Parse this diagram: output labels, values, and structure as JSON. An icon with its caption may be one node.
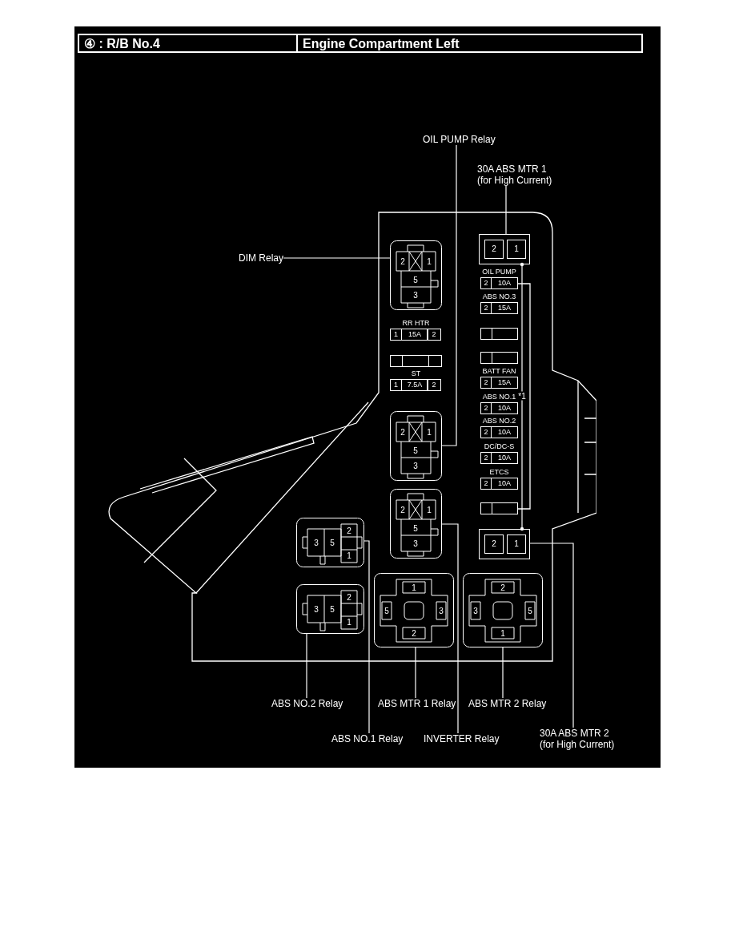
{
  "diagram": {
    "nodes": [
      {
        "text": [
          "OIL PUMP Relay"
        ]
      },
      {
        "text": [
          "30A ABS MTR 1 (for High Current)"
        ]
      },
      {
        "text": [
          "DIM Relay"
        ]
      },
      {
        "text": [],
        "shape": "box"
      },
      {
        "text": [
          "2",
          "1"
        ],
        "in": 3
      },
      {
        "text": [
          "2",
          "1",
          "5",
          "3"
        ],
        "in": 3
      },
      {
        "text": [
          "OIL PUMP",
          "2",
          "10A"
        ],
        "in": 3
      },
      {
        "text": [
          "ABS NO.3",
          "2",
          "15A"
        ],
        "in": 3
      },
      {
        "text": [
          "RR HTR",
          "1",
          "15A",
          "2"
        ],
        "in": 3
      },
      {
        "text": [],
        "shape": "box",
        "in": 3
      },
      {
        "text": [],
        "shape": "box",
        "in": 3
      },
      {
        "text": [],
        "shape": "box",
        "in": 3
      },
      {
        "text": [
          "ST",
          "1",
          "7.5A",
          "2"
        ],
        "in": 3
      },
      {
        "text": [
          "BATT FAN",
          "2",
          "15A"
        ],
        "in": 3
      },
      {
        "text": [
          "ABS NO.1",
          "2",
          "10A"
        ],
        "in": 3
      },
      {
        "text": [
          "2",
          "1",
          "5",
          "3"
        ],
        "in": 3
      },
      {
        "text": [
          "ABS NO.2",
          "2",
          "10A"
        ],
        "in": 3
      },
      {
        "text": [
          "DC/DC-S",
          "2",
          "10A"
        ],
        "in": 3
      },
      {
        "text": [
          "ETCS",
          "2",
          "10A"
        ],
        "in": 3
      },
      {
        "text": [
          "2",
          "1",
          "5",
          "3"
        ],
        "in": 3
      },
      {
        "text": [],
        "shape": "box",
        "in": 3
      },
      {
        "text": [
          "2",
          "1"
        ],
        "in": 3
      },
      {
        "text": [
          "3",
          "5",
          "2",
          "1"
        ],
        "in": 3
      },
      {
        "text": [
          "3",
          "5",
          "2",
          "1"
        ],
        "in": 3
      },
      {
        "text": [
          "1",
          "5",
          "3",
          "2"
        ],
        "in": 3
      },
      {
        "text": [
          "2",
          "3",
          "5",
          "1"
        ],
        "in": 3
      },
      {
        "text": [
          "ABS NO.2 Relay"
        ]
      },
      {
        "text": [
          "ABS MTR 1 Relay"
        ]
      },
      {
        "text": [
          "ABS MTR 2 Relay"
        ]
      },
      {
        "text": [
          "ABS NO.1 Relay"
        ]
      },
      {
        "text": [
          "INVERTER Relay"
        ]
      },
      {
        "text": [
          "30A ABS MTR 2 (for High Current)"
        ]
      }
    ],
    "edges": [
      {
        "from": 0,
        "to": 15,
        "arrow": "none"
      },
      {
        "from": 1,
        "to": 4,
        "arrow": "none"
      },
      {
        "from": 2,
        "to": 5,
        "arrow": "none"
      },
      {
        "from": 4,
        "to": 21,
        "arrow": "other",
        "label": "*1"
      },
      {
        "from": 26,
        "to": 23,
        "arrow": "none"
      },
      {
        "from": 29,
        "to": 22,
        "arrow": "none"
      },
      {
        "from": 27,
        "to": 24,
        "arrow": "none"
      },
      {
        "from": 30,
        "to": 19,
        "arrow": "none"
      },
      {
        "from": 28,
        "to": 25,
        "arrow": "none"
      },
      {
        "from": 31,
        "to": 21,
        "arrow": "none"
      }
    ],
    "labels": [
      "④ : R/B No.4",
      "Engine Compartment Left"
    ]
  }
}
